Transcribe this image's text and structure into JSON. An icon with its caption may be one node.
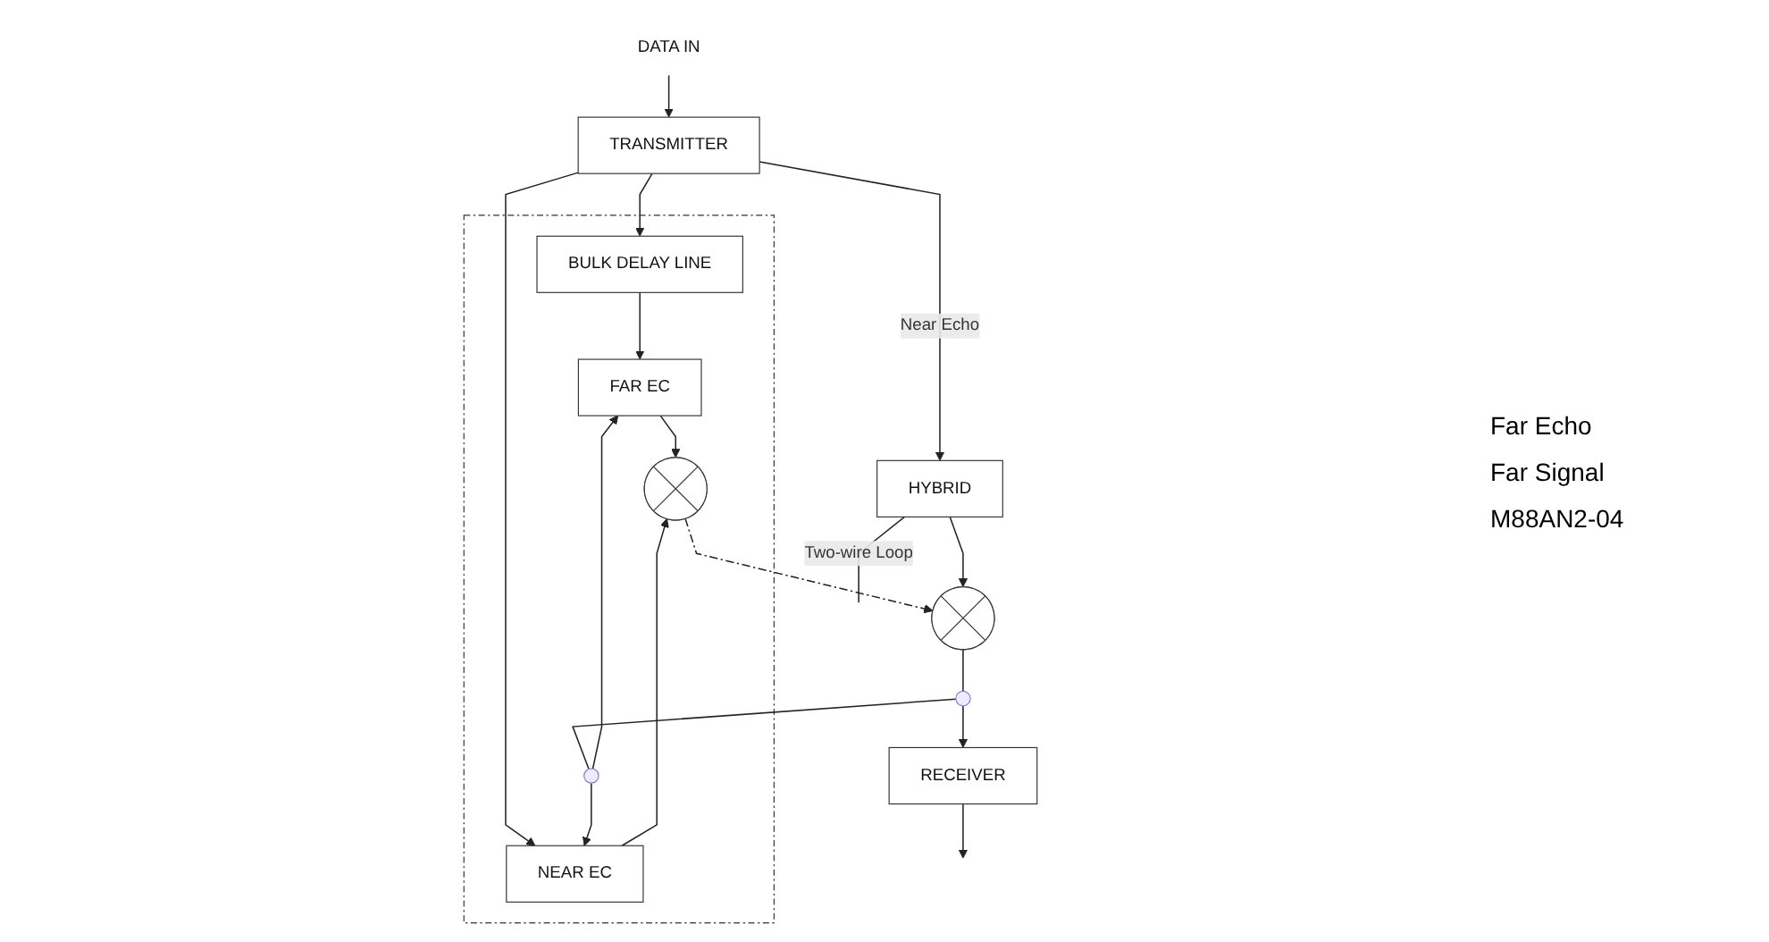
{
  "diagram": {
    "nodes": [
      {
        "text": [
          "DATA IN"
        ]
      },
      {
        "text": [
          "TRANSMITTER"
        ]
      },
      {
        "text": [],
        "shape": "box"
      },
      {
        "text": [
          "BULK DELAY LINE"
        ],
        "in": 2
      },
      {
        "text": [
          "FAR EC"
        ],
        "in": 2
      },
      {
        "text": [],
        "shape": "circle",
        "in": 2
      },
      {
        "text": [
          "NEAR EC"
        ],
        "in": 2
      },
      {
        "text": [],
        "shape": "cross",
        "in": 2
      },
      {
        "text": [
          "HYBRID"
        ]
      },
      {
        "text": [
          "RECEIVER"
        ]
      },
      {
        "text": [],
        "shape": "circle"
      },
      {
        "text": [],
        "shape": "cross"
      }
    ],
    "edges": [
      {
        "from": 0,
        "to": 1,
        "arrow": "to"
      },
      {
        "from": 1,
        "to": 3,
        "arrow": "to"
      },
      {
        "from": 1,
        "to": 6,
        "arrow": "to"
      },
      {
        "from": 1,
        "to": 8,
        "arrow": "to",
        "label": "Near Echo"
      },
      {
        "from": 3,
        "to": 4,
        "arrow": "to"
      },
      {
        "from": 5,
        "to": 4,
        "arrow": "to"
      },
      {
        "from": 5,
        "to": 6,
        "arrow": "to"
      },
      {
        "from": 4,
        "to": 7,
        "arrow": "to"
      },
      {
        "from": 6,
        "to": 7,
        "arrow": "to"
      },
      {
        "from": 7,
        "to": 11,
        "arrow": "to",
        "style": "dashed"
      },
      {
        "from": 8,
        "to": 11,
        "arrow": "to"
      },
      {
        "from": 11,
        "to": 10,
        "arrow": "none"
      },
      {
        "from": 10,
        "to": 9,
        "arrow": "to"
      },
      {
        "from": 10,
        "to": 5,
        "arrow": "none"
      },
      {
        "from": 9,
        "to": null,
        "arrow": "to"
      },
      {
        "from": 8,
        "to": null,
        "arrow": "none",
        "label": "Two-wire Loop"
      }
    ],
    "labels": [
      "Far Echo",
      "Far Signal",
      "M88AN2-04"
    ]
  }
}
